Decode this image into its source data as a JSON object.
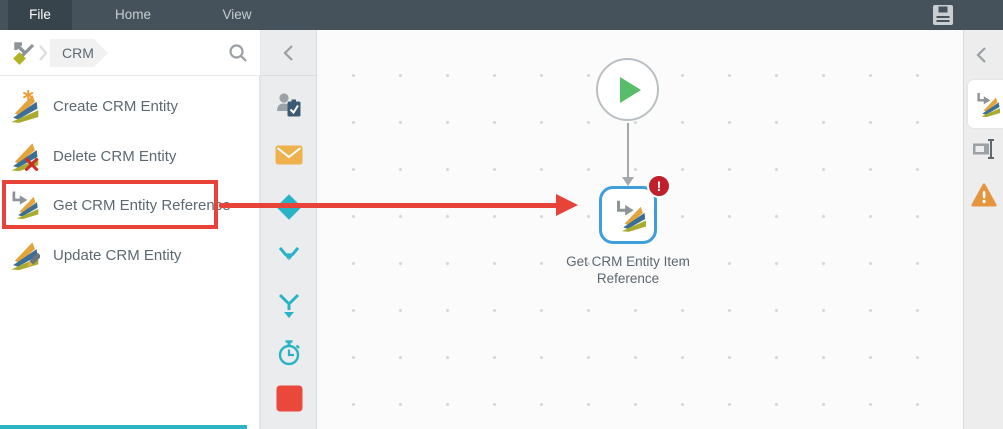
{
  "menubar": {
    "tabs": [
      {
        "label": "File",
        "active": true
      },
      {
        "label": "Home",
        "active": false
      },
      {
        "label": "View",
        "active": false
      }
    ],
    "save_icon": "save-icon"
  },
  "breadcrumb": {
    "root_icon": "tools-icon",
    "segment": "CRM",
    "search_icon": "search-icon"
  },
  "activity_list": {
    "items": [
      {
        "label": "Create CRM Entity",
        "icon": "create-crm-entity-icon",
        "highlighted": false
      },
      {
        "label": "Delete CRM Entity",
        "icon": "delete-crm-entity-icon",
        "highlighted": false
      },
      {
        "label": "Get CRM Entity Reference",
        "icon": "get-crm-entity-reference-icon",
        "highlighted": true
      },
      {
        "label": "Update CRM Entity",
        "icon": "update-crm-entity-icon",
        "highlighted": false
      }
    ]
  },
  "toolbar": {
    "collapse_icon": "chevron-left-icon",
    "items": [
      "user-task-icon",
      "email-icon",
      "decision-diamond-icon",
      "split-branches-icon",
      "merge-branches-icon",
      "timer-icon",
      "stop-square-icon"
    ]
  },
  "canvas": {
    "start_node_icon": "play-icon",
    "node": {
      "label": "Get CRM Entity Item Reference",
      "badge": "!",
      "icon": "get-crm-entity-reference-icon"
    }
  },
  "right_sidebar": {
    "collapse_icon": "chevron-left-icon",
    "tabs": [
      "activity-icon",
      "rename-icon",
      "warning-icon"
    ],
    "selected_tab": 0
  },
  "annotation": {
    "highlight_target": "Get CRM Entity Reference",
    "arrow_color": "#e84338"
  },
  "colors": {
    "menubar_bg": "#45525b",
    "accent_teal": "#29b4c6",
    "node_border_blue": "#3f9fdb",
    "error_red": "#bf202b",
    "annotation_red": "#e84338",
    "warning_orange": "#e6953f",
    "envelope_amber": "#efb14c",
    "stop_red": "#e9483a",
    "play_green": "#57bd68",
    "fan_olive": "#a9ab2f",
    "fan_blue": "#3d6f94",
    "fan_orange": "#e3a43c"
  }
}
